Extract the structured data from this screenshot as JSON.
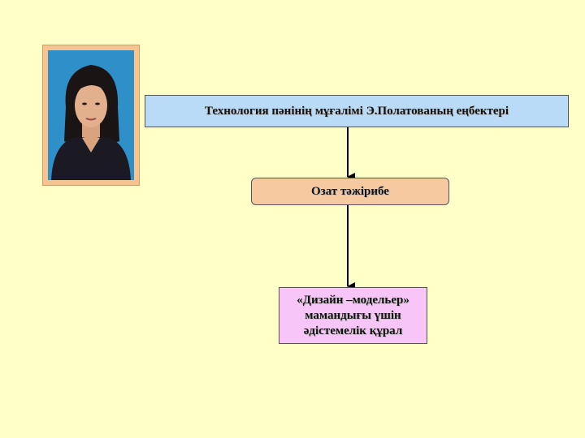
{
  "diagram": {
    "title_box": "Технология пәнінің мұғалімі Э.Полатованың еңбектері",
    "middle_box": "Озат тәжірибе",
    "bottom_box": {
      "line1": "«Дизайн –модельер»",
      "line2": "мамандығы үшін",
      "line3": "әдістемелік құрал"
    }
  },
  "colors": {
    "background": "#ffffc8",
    "title_box_fill": "#b9dbf7",
    "middle_box_fill": "#f7c9a0",
    "bottom_box_fill": "#f7c5f7",
    "photo_frame": "#f7c38e"
  }
}
